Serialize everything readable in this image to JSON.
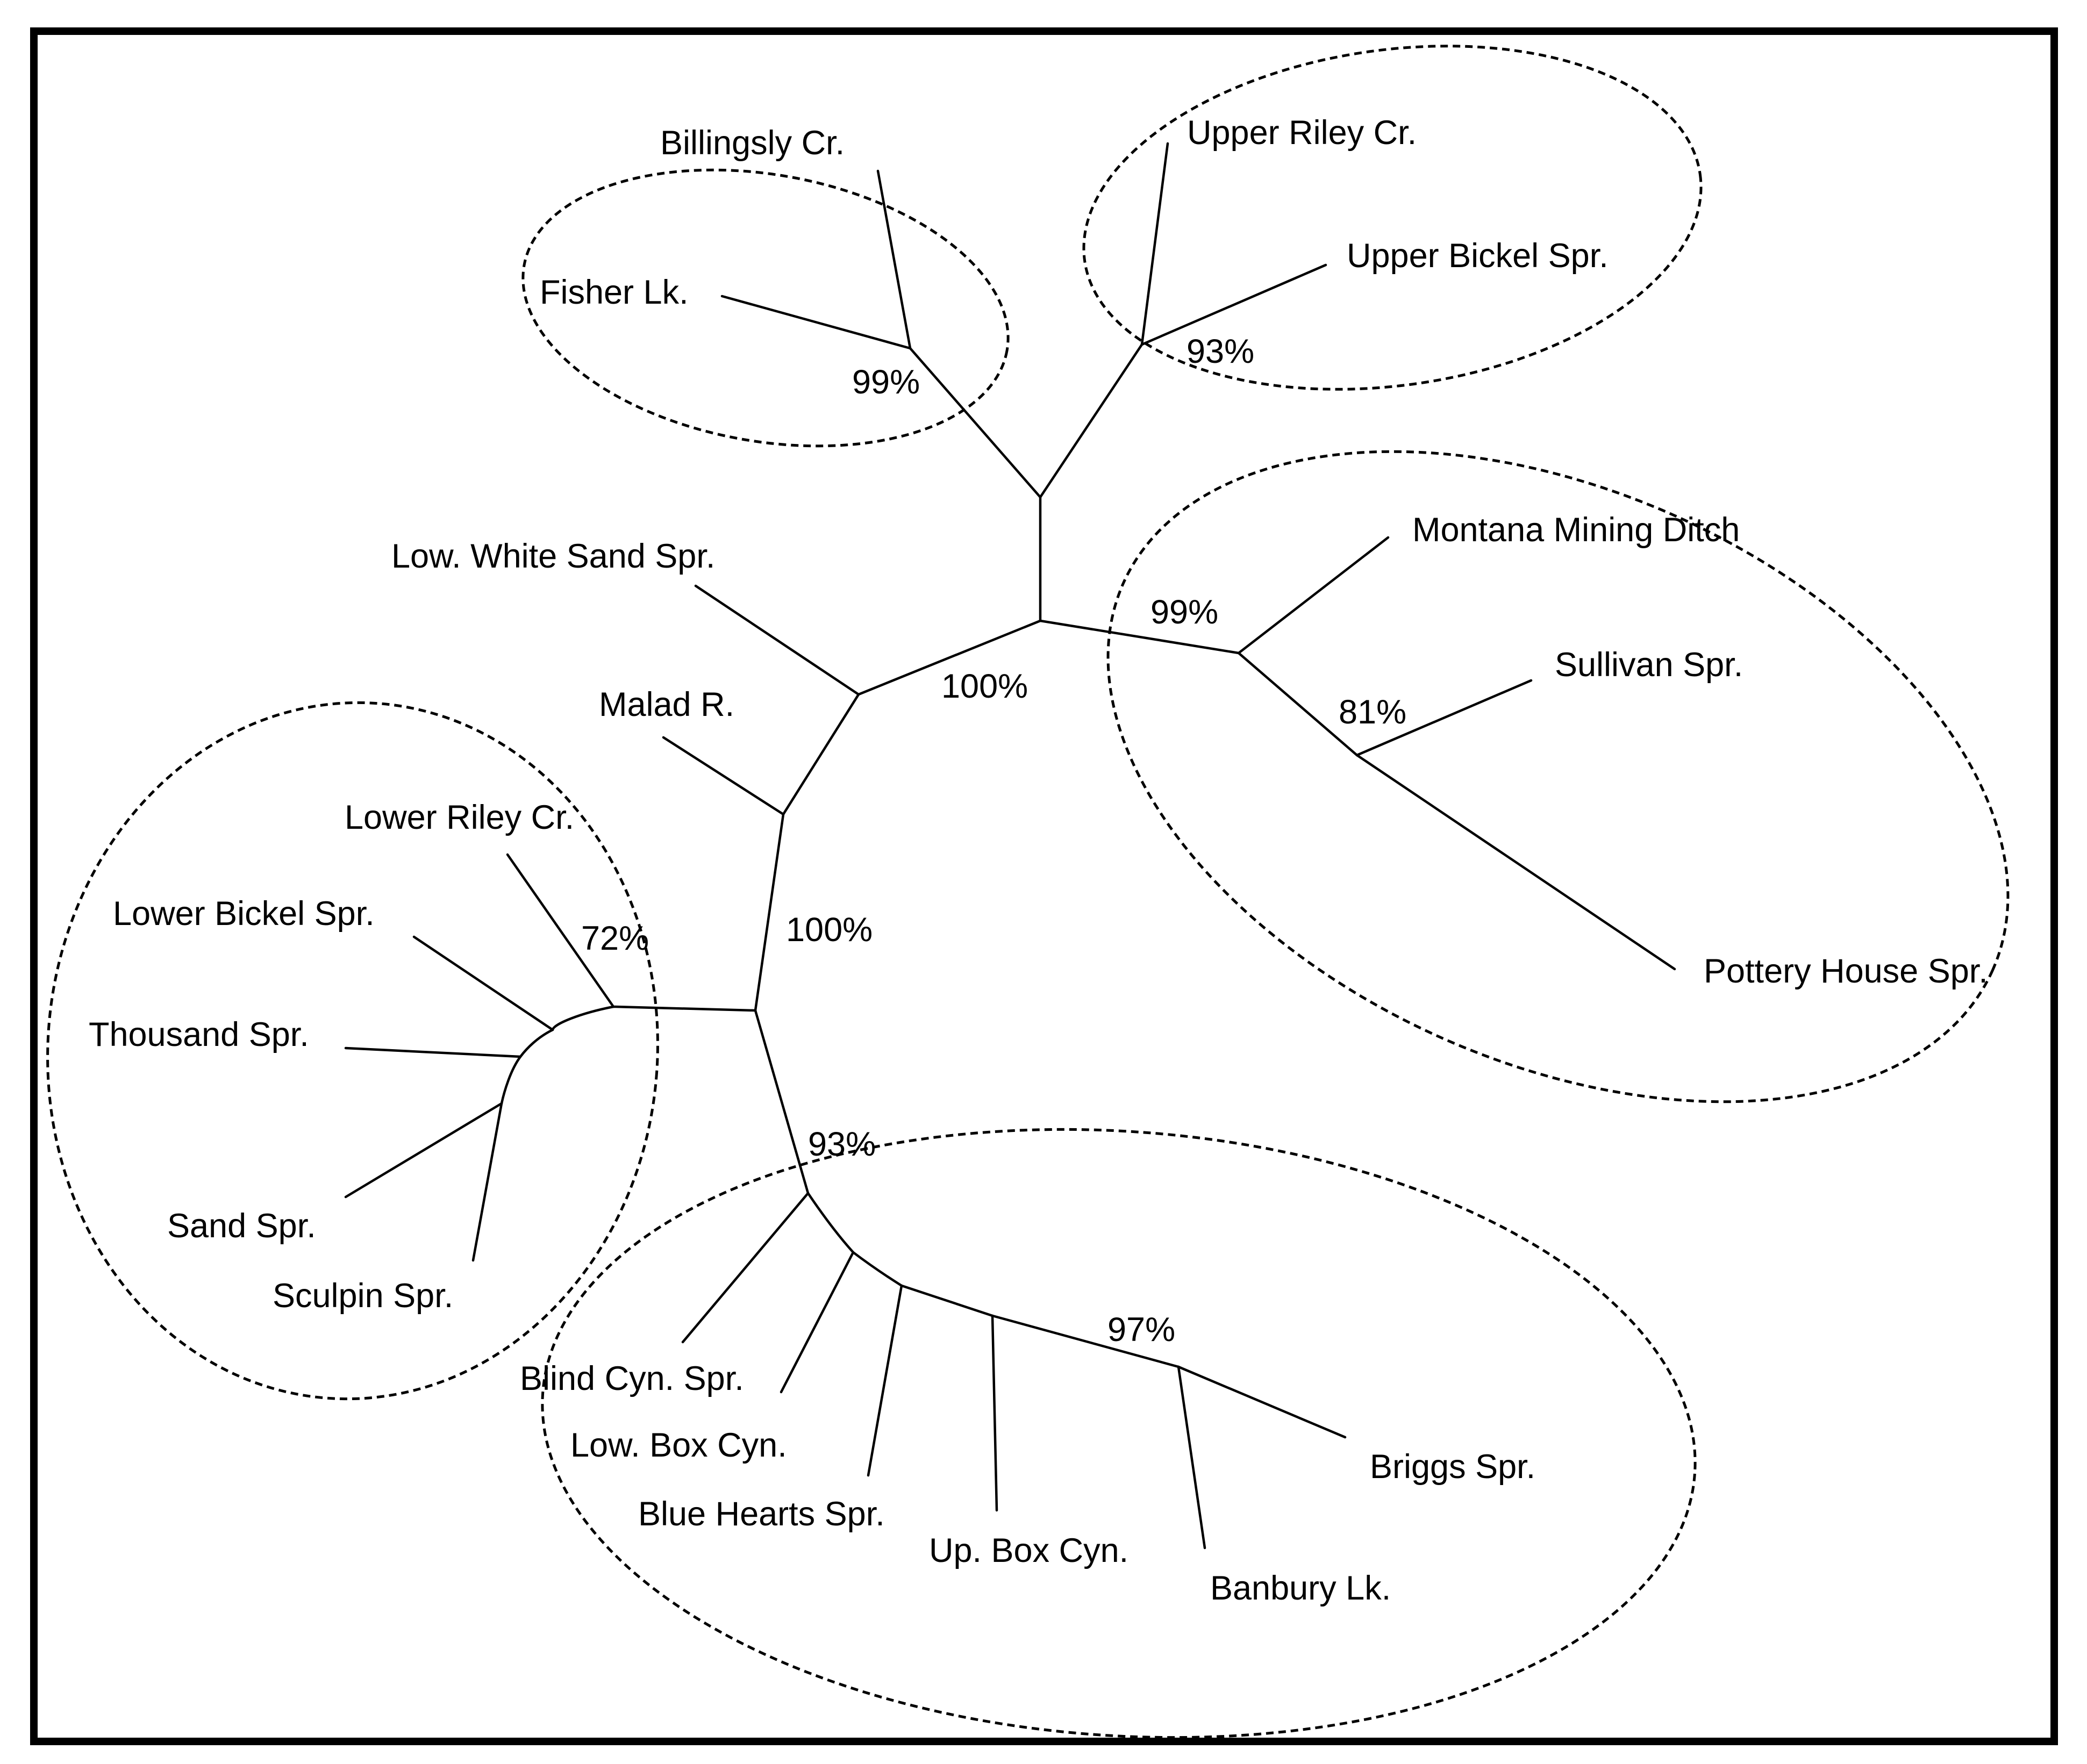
{
  "tree": {
    "taxa": [
      {
        "id": "billingsly",
        "label": "Billingsly Cr."
      },
      {
        "id": "fisher",
        "label": "Fisher Lk."
      },
      {
        "id": "upper_riley",
        "label": "Upper Riley Cr."
      },
      {
        "id": "upper_bickel",
        "label": "Upper Bickel Spr."
      },
      {
        "id": "montana",
        "label": "Montana Mining Ditch"
      },
      {
        "id": "sullivan",
        "label": "Sullivan Spr."
      },
      {
        "id": "pottery",
        "label": "Pottery House Spr."
      },
      {
        "id": "low_white_sand",
        "label": "Low. White Sand Spr."
      },
      {
        "id": "malad",
        "label": "Malad R."
      },
      {
        "id": "lower_riley",
        "label": "Lower Riley Cr."
      },
      {
        "id": "lower_bickel",
        "label": "Lower Bickel Spr."
      },
      {
        "id": "thousand",
        "label": "Thousand Spr."
      },
      {
        "id": "sand",
        "label": "Sand Spr."
      },
      {
        "id": "sculpin",
        "label": "Sculpin Spr."
      },
      {
        "id": "blind_cyn",
        "label": "Blind Cyn. Spr."
      },
      {
        "id": "low_box",
        "label": "Low. Box Cyn."
      },
      {
        "id": "blue_hearts",
        "label": "Blue Hearts Spr."
      },
      {
        "id": "up_box",
        "label": "Up. Box Cyn."
      },
      {
        "id": "banbury",
        "label": "Banbury Lk."
      },
      {
        "id": "briggs",
        "label": "Briggs Spr."
      }
    ],
    "support_values": [
      {
        "id": "billingsly_fisher",
        "label": "99%"
      },
      {
        "id": "upper_riley_bickel",
        "label": "93%"
      },
      {
        "id": "montana_clade",
        "label": "99%"
      },
      {
        "id": "sullivan_pottery",
        "label": "81%"
      },
      {
        "id": "central_upper",
        "label": "100%"
      },
      {
        "id": "central_lower",
        "label": "100%"
      },
      {
        "id": "lower_riley_clade",
        "label": "72%"
      },
      {
        "id": "box_clade",
        "label": "93%"
      },
      {
        "id": "briggs_banbury",
        "label": "97%"
      }
    ]
  }
}
